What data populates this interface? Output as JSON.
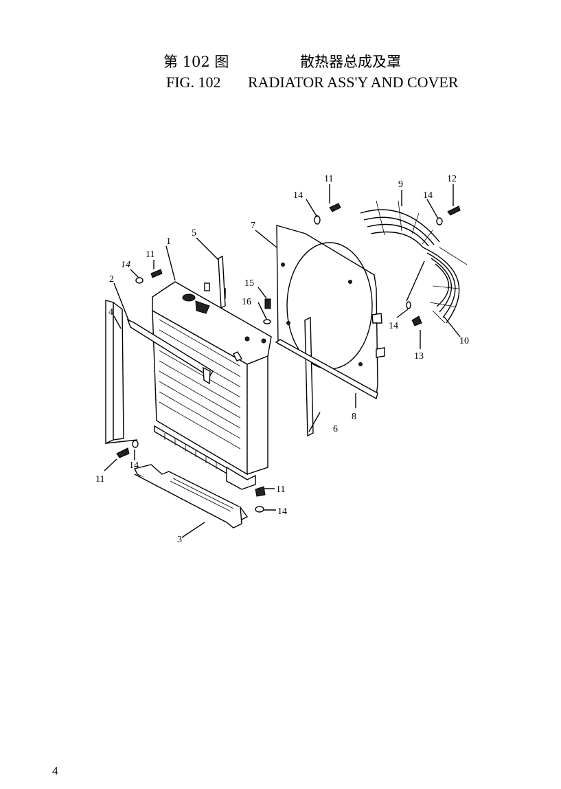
{
  "header": {
    "cn_fig": "第 102 图",
    "cn_name": "散热器总成及罩",
    "en_fig": "FIG. 102",
    "en_name": "RADIATOR ASS'Y AND COVER"
  },
  "callouts": [
    {
      "id": "c-1",
      "label": "1"
    },
    {
      "id": "c-2",
      "label": "2"
    },
    {
      "id": "c-3",
      "label": "3"
    },
    {
      "id": "c-4",
      "label": "4"
    },
    {
      "id": "c-5",
      "label": "5"
    },
    {
      "id": "c-6",
      "label": "6"
    },
    {
      "id": "c-7",
      "label": "7"
    },
    {
      "id": "c-8",
      "label": "8"
    },
    {
      "id": "c-9",
      "label": "9"
    },
    {
      "id": "c-10",
      "label": "10"
    },
    {
      "id": "c-11a",
      "label": "11"
    },
    {
      "id": "c-11b",
      "label": "11"
    },
    {
      "id": "c-11c",
      "label": "11"
    },
    {
      "id": "c-11d",
      "label": "11"
    },
    {
      "id": "c-12",
      "label": "12"
    },
    {
      "id": "c-13",
      "label": "13"
    },
    {
      "id": "c-14a",
      "label": "14"
    },
    {
      "id": "c-14b",
      "label": "14"
    },
    {
      "id": "c-14c",
      "label": "14"
    },
    {
      "id": "c-14d",
      "label": "14"
    },
    {
      "id": "c-14e",
      "label": "14"
    },
    {
      "id": "c-14f",
      "label": "14"
    },
    {
      "id": "c-15",
      "label": "15"
    },
    {
      "id": "c-16",
      "label": "16"
    }
  ],
  "page_number": "4"
}
